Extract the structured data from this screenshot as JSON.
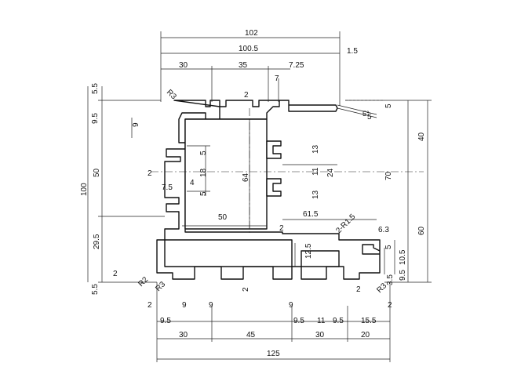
{
  "drawing": {
    "top_dims": [
      "102",
      "100.5",
      "1.5",
      "30",
      "35",
      "7.25",
      "7",
      "2"
    ],
    "left_dims": [
      "5.5",
      "9.5",
      "9",
      "100",
      "50",
      "29.5",
      "2",
      "5.5"
    ],
    "radii": [
      "R3",
      "R2",
      "R3",
      "2-R1.5",
      "R3"
    ],
    "inner_dims": [
      "5",
      "18",
      "5",
      "7.5",
      "4",
      "2",
      "64",
      "50",
      "2",
      "2",
      "12.5"
    ],
    "right_dims": [
      "5",
      "5",
      "40",
      "13",
      "11",
      "24",
      "13",
      "70",
      "61.5",
      "6.3",
      "60",
      "5",
      "10.5",
      "9.5",
      "3.5"
    ],
    "bottom_dims": [
      "2",
      "9",
      "9",
      "9.5",
      "9",
      "9.5",
      "11",
      "9.5",
      "15.5",
      "2",
      "2",
      "30",
      "45",
      "30",
      "20",
      "125"
    ],
    "angle_label": "5°"
  }
}
